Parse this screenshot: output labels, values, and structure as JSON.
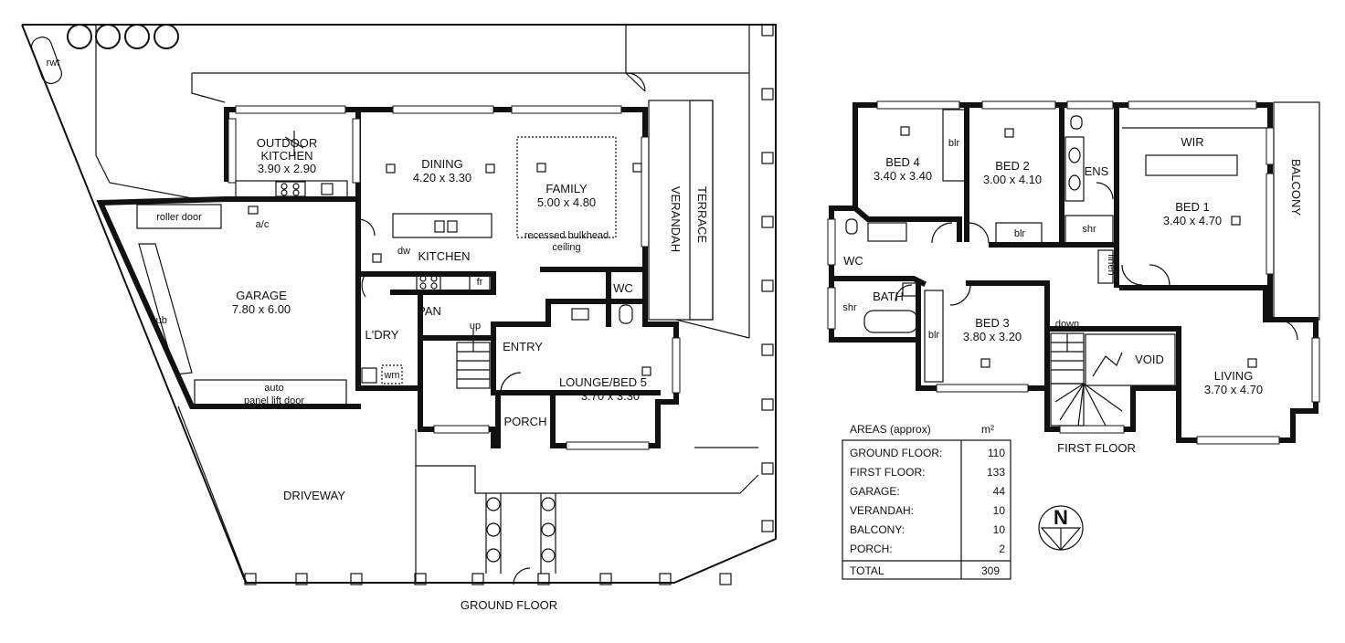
{
  "ground_floor": {
    "title": "GROUND FLOOR",
    "rooms": {
      "outdoor_kitchen": {
        "name": "OUTDOOR",
        "name2": "KITCHEN",
        "dims": "3.90 x 2.90"
      },
      "dining": {
        "name": "DINING",
        "dims": "4.20 x 3.30"
      },
      "family": {
        "name": "FAMILY",
        "dims": "5.00 x 4.80"
      },
      "garage": {
        "name": "GARAGE",
        "dims": "7.80 x 6.00"
      },
      "kitchen": {
        "name": "KITCHEN"
      },
      "lounge": {
        "name": "LOUNGE/BED 5",
        "dims": "3.70 x 3.30"
      },
      "entry": {
        "name": "ENTRY"
      },
      "porch": {
        "name": "PORCH"
      },
      "laundry": {
        "name": "L'DRY"
      },
      "pantry": {
        "name": "PAN"
      },
      "wc": {
        "name": "WC"
      },
      "verandah": {
        "name": "VERANDAH"
      },
      "terrace": {
        "name": "TERRACE"
      },
      "driveway": {
        "name": "DRIVEWAY"
      }
    },
    "notes": {
      "roller_door": "roller door",
      "ac": "a/c",
      "rwt": "rwt",
      "cub": "cub",
      "auto_door_1": "auto",
      "auto_door_2": "panel lift door",
      "bulkhead_1": "recessed bulkhead",
      "bulkhead_2": "ceiling",
      "dw": "dw",
      "fr": "fr",
      "wm": "wm",
      "up": "up"
    }
  },
  "first_floor": {
    "title": "FIRST FLOOR",
    "rooms": {
      "bed4": {
        "name": "BED 4",
        "dims": "3.40 x 3.40"
      },
      "bed2": {
        "name": "BED 2",
        "dims": "3.00 x 4.10"
      },
      "bed1": {
        "name": "BED 1",
        "dims": "3.40 x 4.70"
      },
      "bed3": {
        "name": "BED 3",
        "dims": "3.80 x 3.20"
      },
      "living": {
        "name": "LIVING",
        "dims": "3.70 x 4.70"
      },
      "ens": {
        "name": "ENS"
      },
      "wir": {
        "name": "WIR"
      },
      "bath": {
        "name": "BATH"
      },
      "wc": {
        "name": "WC"
      },
      "void": {
        "name": "VOID"
      },
      "balcony": {
        "name": "BALCONY"
      }
    },
    "notes": {
      "blr": "blr",
      "shr": "shr",
      "linen": "linen",
      "down": "down"
    }
  },
  "areas": {
    "heading": "AREAS (approx)",
    "unit": "m²",
    "rows": [
      {
        "label": "GROUND FLOOR:",
        "value": "110"
      },
      {
        "label": "FIRST FLOOR:",
        "value": "133"
      },
      {
        "label": "GARAGE:",
        "value": "44"
      },
      {
        "label": "VERANDAH:",
        "value": "10"
      },
      {
        "label": "BALCONY:",
        "value": "10"
      },
      {
        "label": "PORCH:",
        "value": "2"
      }
    ],
    "total_label": "TOTAL",
    "total_value": "309"
  },
  "compass": {
    "letter": "N",
    "icon": "north-arrow-icon"
  }
}
